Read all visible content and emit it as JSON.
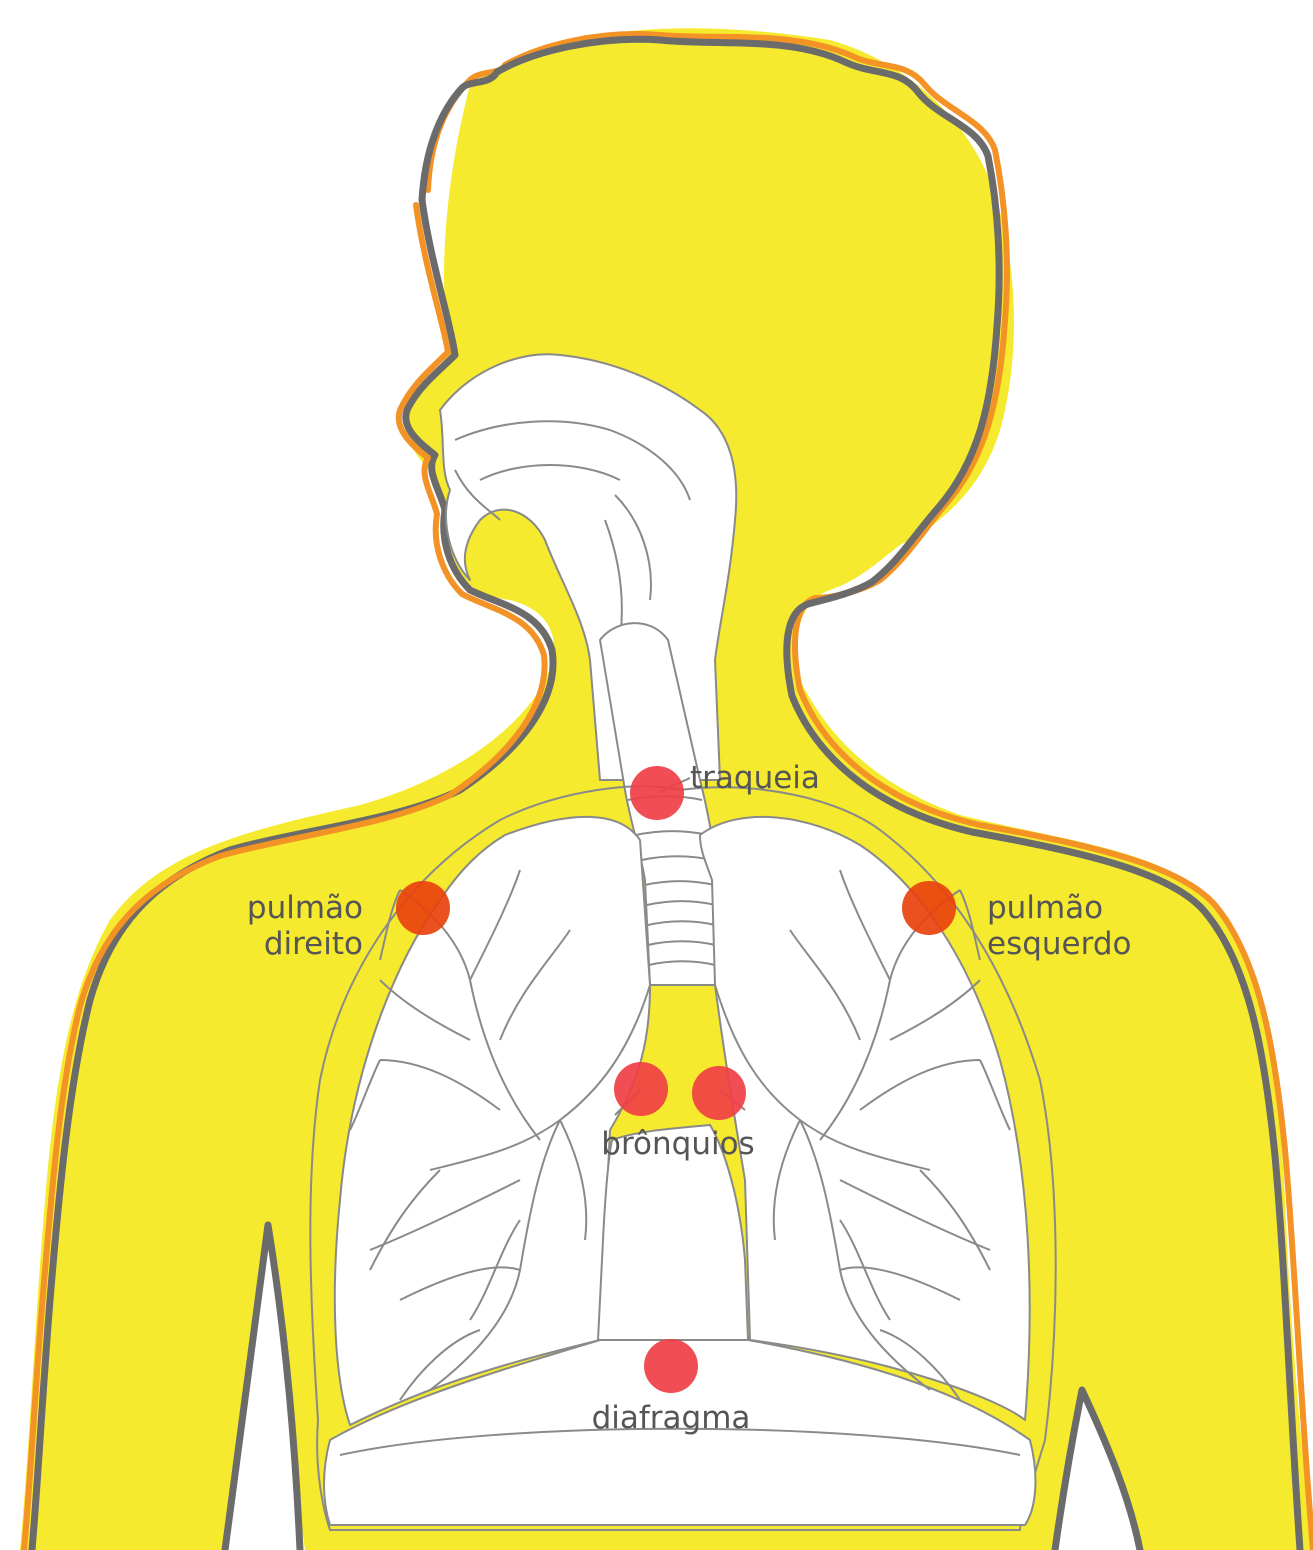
{
  "colors": {
    "skin": "#f5ea2d",
    "outline_gray": "#6b6b6b",
    "outline_orange": "#f39225",
    "organ_fill": "#ffffff",
    "organ_stroke": "#8a8a8a",
    "marker": "#ef3f45",
    "marker_dark": "#e8420e",
    "label_text": "#555555"
  },
  "icons": {
    "marker": "red-dot-marker-icon"
  },
  "labels": {
    "traqueia": "traqueia",
    "pulmao_direito_line1": "pulmão",
    "pulmao_direito_line2": "direito",
    "pulmao_esquerdo_line1": "pulmão",
    "pulmao_esquerdo_line2": "esquerdo",
    "bronquios": "brônquios",
    "diafragma": "diafragma"
  }
}
